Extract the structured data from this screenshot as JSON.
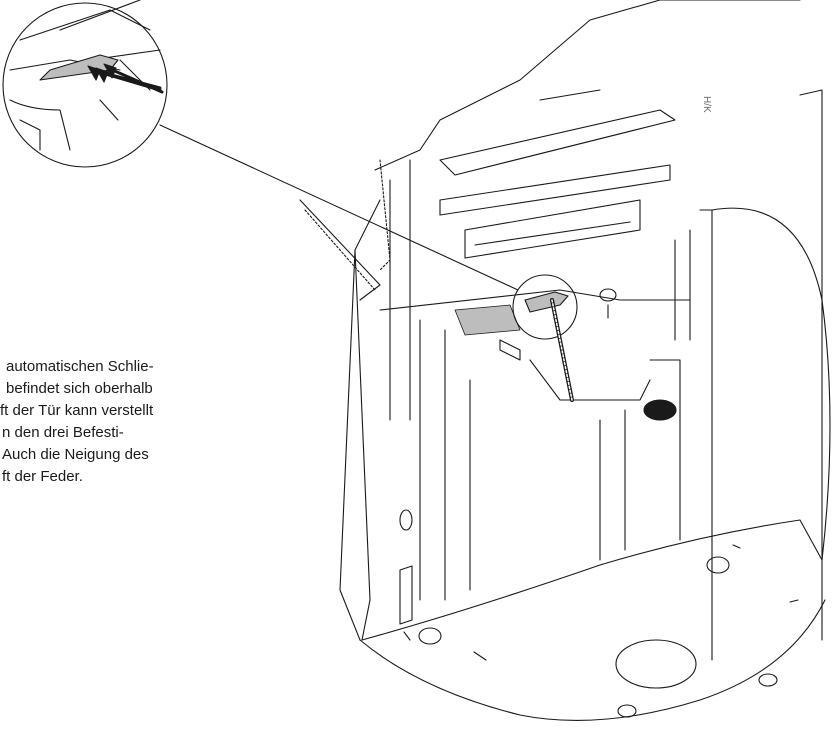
{
  "figure": {
    "caption_lines": [
      "automatischen Schlie-",
      "befindet sich oberhalb",
      "ft der Tür kann verstellt",
      "n den drei Befesti-",
      "Auch die Neigung des",
      "ft der Feder."
    ],
    "page_label": "H/K",
    "colors": {
      "line": "#1a1a1a",
      "shade": "#bdbdbd",
      "background": "#ffffff"
    }
  }
}
